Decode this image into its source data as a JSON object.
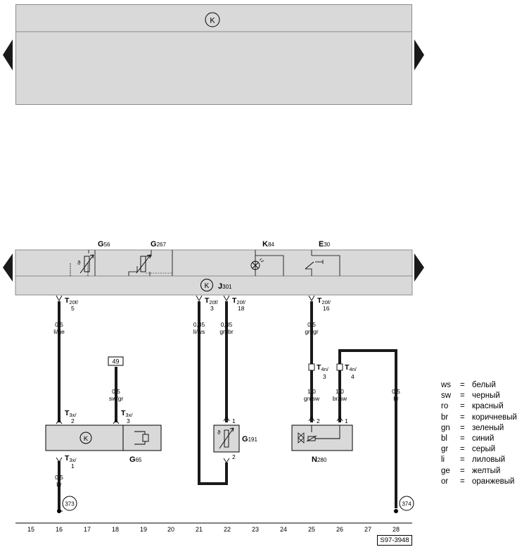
{
  "top_unit": {
    "symbol": "K"
  },
  "components": {
    "G56": {
      "letter": "G",
      "sub": "56"
    },
    "G267": {
      "letter": "G",
      "sub": "267"
    },
    "K84": {
      "letter": "K",
      "sub": "84"
    },
    "E30": {
      "letter": "E",
      "sub": "30"
    },
    "J301": {
      "letter": "J",
      "sub": "301",
      "symbol": "K"
    },
    "G65": {
      "letter": "G",
      "sub": "65",
      "symbol": "K"
    },
    "G191": {
      "letter": "G",
      "sub": "191"
    },
    "N280": {
      "letter": "N",
      "sub": "280"
    }
  },
  "connectors": [
    {
      "id": "T20f-5",
      "name": "T",
      "sub": "20f/",
      "pin": "5"
    },
    {
      "id": "T20f-3",
      "name": "T",
      "sub": "20f/",
      "pin": "3"
    },
    {
      "id": "T20f-18",
      "name": "T",
      "sub": "20f/",
      "pin": "18"
    },
    {
      "id": "T20f-16",
      "name": "T",
      "sub": "20f/",
      "pin": "16"
    },
    {
      "id": "T4n-3",
      "name": "T",
      "sub": "4n/",
      "pin": "3"
    },
    {
      "id": "T4n-4",
      "name": "T",
      "sub": "4n/",
      "pin": "4"
    },
    {
      "id": "T3x-2",
      "name": "T",
      "sub": "3x/",
      "pin": "2"
    },
    {
      "id": "T3x-3",
      "name": "T",
      "sub": "3x/",
      "pin": "3"
    },
    {
      "id": "T3x-1",
      "name": "T",
      "sub": "3x/",
      "pin": "1"
    }
  ],
  "wires": [
    {
      "id": "w16a",
      "size": "0,5",
      "color": "li/ge"
    },
    {
      "id": "w21",
      "size": "0,35",
      "color": "li/ws"
    },
    {
      "id": "w22",
      "size": "0,35",
      "color": "gn/br"
    },
    {
      "id": "w25a",
      "size": "0,5",
      "color": "gn/gr"
    },
    {
      "id": "w18",
      "size": "0,5",
      "color": "sw/gr"
    },
    {
      "id": "w25b",
      "size": "1,0",
      "color": "gn/sw"
    },
    {
      "id": "w26",
      "size": "1,0",
      "color": "br/sw"
    },
    {
      "id": "w28",
      "size": "0,5",
      "color": "br"
    },
    {
      "id": "w16b",
      "size": "0,5",
      "color": "br"
    }
  ],
  "pins": {
    "G191_1": "1",
    "G191_2": "2",
    "N280_2": "2",
    "N280_1": "1"
  },
  "terminal_49": "49",
  "ground_refs": [
    "373",
    "374"
  ],
  "grid_numbers": [
    "15",
    "16",
    "17",
    "18",
    "19",
    "20",
    "21",
    "22",
    "23",
    "24",
    "25",
    "26",
    "27",
    "28"
  ],
  "legend": [
    {
      "code": "ws",
      "eq": "=",
      "name": "белый"
    },
    {
      "code": "sw",
      "eq": "=",
      "name": "черный"
    },
    {
      "code": "ro",
      "eq": "=",
      "name": "красный"
    },
    {
      "code": "br",
      "eq": "=",
      "name": "коричневый"
    },
    {
      "code": "gn",
      "eq": "=",
      "name": "зеленый"
    },
    {
      "code": "bl",
      "eq": "=",
      "name": "синий"
    },
    {
      "code": "gr",
      "eq": "=",
      "name": "серый"
    },
    {
      "code": "li",
      "eq": "=",
      "name": "лиловый"
    },
    {
      "code": "ge",
      "eq": "=",
      "name": "желтый"
    },
    {
      "code": "or",
      "eq": "=",
      "name": "оранжевый"
    }
  ],
  "reference_code": "S97-3948",
  "colors": {
    "panel": "#d9d9d9",
    "wire": "#1a1a1a",
    "line": "#000000"
  }
}
